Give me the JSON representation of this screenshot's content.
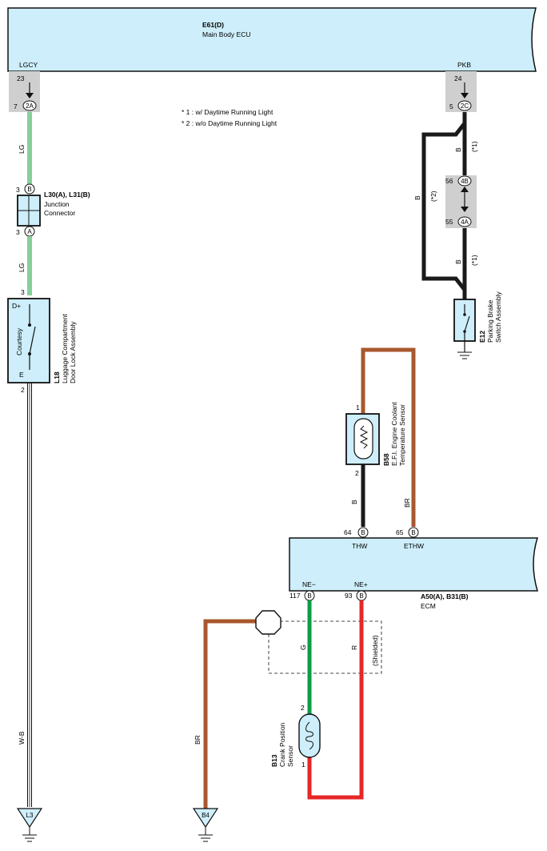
{
  "ecu_top": {
    "id": "E61(D)",
    "name": "Main Body ECU",
    "pin_left": "LGCY",
    "pin_right": "PKB"
  },
  "notes": [
    "* 1 : w/ Daytime Running Light",
    "* 2 : w/o Daytime Running Light"
  ],
  "left_circuit": {
    "ecu_pin": "23",
    "conn_pin": "7",
    "conn_id": "2A",
    "wire_color_1": "LG",
    "wire_color_2": "LG",
    "jc_pin_top": "3",
    "jc_top": "B",
    "jc_pin_bottom": "3",
    "jc_bottom": "A",
    "jc_id": "L30(A), L31(B)",
    "jc_name_1": "Junction",
    "jc_name_2": "Connector",
    "switch_pin_top": "3",
    "switch_pin_bottom": "2",
    "switch_term_top": "D+",
    "switch_term_bottom": "E",
    "switch_label": "Courtesy",
    "switch_id": "L18",
    "switch_name_1": "Luggage Compartment",
    "switch_name_2": "Door Lock Assembly",
    "ground_wire": "W-B",
    "ground_id": "L3"
  },
  "right_circuit": {
    "ecu_pin": "24",
    "conn_pin": "5",
    "conn_id": "2C",
    "wire_b_1": "B",
    "note_1a": "(*1)",
    "wire_b_2": "B",
    "note_2": "(*2)",
    "jc_pin_a": "56",
    "jc_a": "4B",
    "jc_pin_b": "55",
    "jc_b": "4A",
    "wire_b_3": "B",
    "note_1b": "(*1)",
    "switch_id": "E12",
    "switch_name_1": "Parking Brake",
    "switch_name_2": "Switch Assembly"
  },
  "coolant_sensor": {
    "id": "B58",
    "name_1": "E.F.I. Engine Coolant",
    "name_2": "Temperature Sensor",
    "pin_top": "1",
    "pin_bottom": "2",
    "wire_left": "B",
    "wire_right": "BR"
  },
  "ecm": {
    "id": "A50(A), B31(B)",
    "name": "ECM",
    "top_pin_1": "64",
    "top_term_1": "B",
    "top_label_1": "THW",
    "top_pin_2": "65",
    "top_term_2": "B",
    "top_label_2": "ETHW",
    "bottom_label_1": "NE−",
    "bottom_label_2": "NE+",
    "bottom_pin_1": "117",
    "bottom_term_1": "B",
    "bottom_pin_2": "93",
    "bottom_term_2": "B"
  },
  "crank_sensor": {
    "id": "B13",
    "name_1": "Crank Position",
    "name_2": "Sensor",
    "pin_top": "2",
    "pin_bottom": "1",
    "wire_g": "G",
    "wire_r": "R",
    "shielded": "(Shielded)"
  },
  "bottom_ground": {
    "wire": "BR",
    "id": "B4"
  },
  "colors": {
    "ecu_fill": "#cdeefa",
    "connector_grey": "#cfcfcf",
    "wire_lg": "#86cf9b",
    "wire_b": "#1a1a1a",
    "wire_br": "#a8582e",
    "wire_g": "#0c9c48",
    "wire_r": "#e62727"
  }
}
